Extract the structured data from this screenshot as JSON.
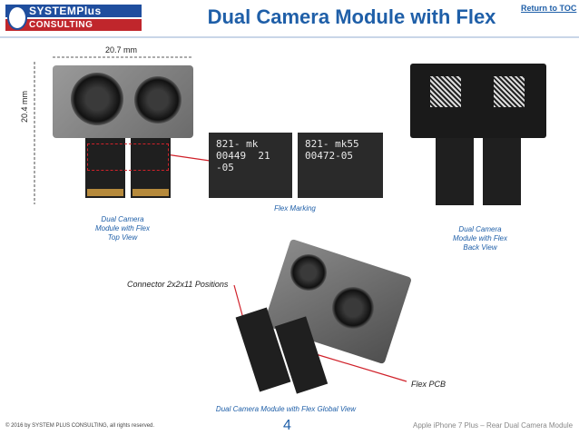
{
  "header": {
    "logo_line1": "SYSTEMPlus",
    "logo_line2": "CONSULTING",
    "title": "Dual Camera Module with Flex",
    "return_link": "Return to TOC"
  },
  "dimensions": {
    "width": "20.7 mm",
    "height": "20.4 mm"
  },
  "markings": {
    "left": "821- mk\n00449  21\n-05",
    "right": "821- mk55\n00472-05"
  },
  "labels": {
    "top_view": "Dual Camera\nModule with Flex\nTop View",
    "flex_marking": "Flex Marking",
    "back_view": "Dual Camera\nModule with Flex\nBack View",
    "connector": "Connector 2x2x11 Positions",
    "flex_pcb": "Flex PCB",
    "global_view": "Dual Camera Module with Flex Global View"
  },
  "footer": {
    "copyright": "© 2016 by SYSTEM PLUS CONSULTING, all rights reserved.",
    "page": "4",
    "doc": "Apple iPhone 7 Plus – Rear Dual Camera Module"
  },
  "colors": {
    "accent": "#1f5fa8",
    "annotation_line": "#d0212a"
  }
}
